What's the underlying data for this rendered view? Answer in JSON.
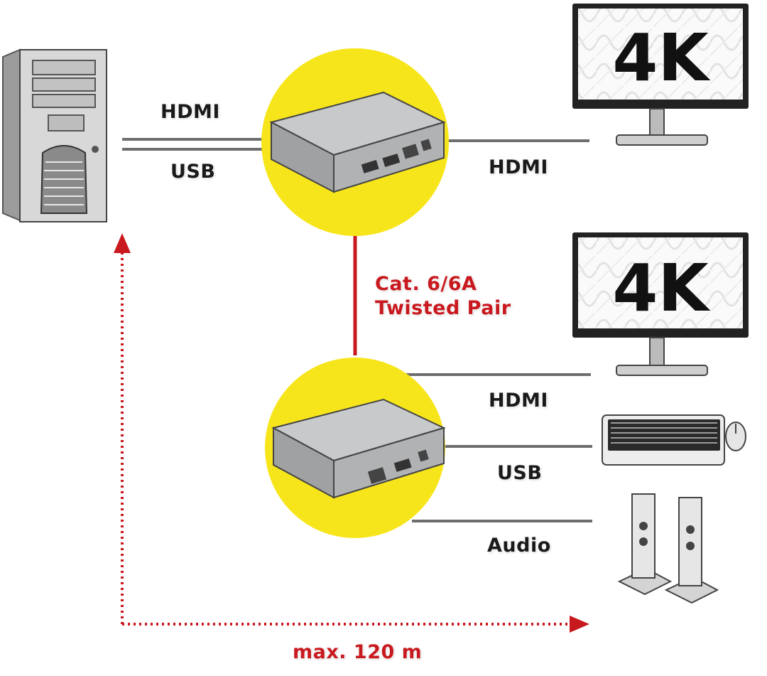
{
  "labels": {
    "source_hdmi": "HDMI",
    "source_usb": "USB",
    "local_hdmi": "HDMI",
    "cable": "Cat. 6/6A",
    "cable_type": "Twisted Pair",
    "remote_hdmi": "HDMI",
    "remote_usb": "USB",
    "remote_audio": "Audio",
    "distance": "max. 120 m"
  },
  "monitor_top": {
    "screen_text": "4K"
  },
  "monitor_bottom": {
    "screen_text": "4K"
  },
  "colors": {
    "accent_red": "#c8191e",
    "highlight_yellow": "#f7e51c",
    "cable_gray": "#6e6e6e",
    "device_gray": "#a7a9ab"
  }
}
